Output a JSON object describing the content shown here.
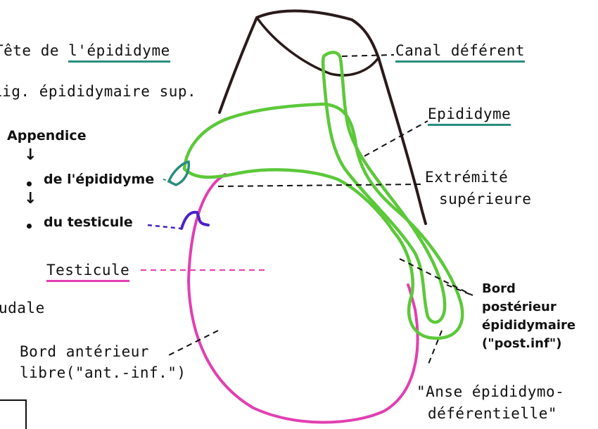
{
  "labels": {
    "tete": "Tête de l'épididyme",
    "tete_prefix": "Tête de ",
    "tete_under": "l'épididyme",
    "lig": "Lig. épididymaire sup.",
    "appendice": "Appendice",
    "app_epid": "de l'épididyme",
    "app_test": "du testicule",
    "testicule": "Testicule",
    "caudale": "udale",
    "bord_ant_1": "Bord antérieur",
    "bord_ant_2": "libre(\"ant.-inf.\")",
    "canal": "Canal déférent",
    "epididyme": "Epididyme",
    "extremite_1": "Extrémité",
    "extremite_2": "supérieure",
    "bord_post_1": "Bord",
    "bord_post_2": "postérieur",
    "bord_post_3": "épididymaire",
    "bord_post_4": "(\"post.inf\")",
    "anse_1": "\"Anse épididymo-",
    "anse_2": "déférentielle\""
  },
  "colors": {
    "testis": "#e23fb0",
    "epididymis": "#5cc83a",
    "cord": "#2a1a1a",
    "appendix_epid": "#2a8c7e",
    "appendix_test": "#4a22c8",
    "underline_teal": "#2a8c7e",
    "underline_pink": "#e23fb0"
  }
}
